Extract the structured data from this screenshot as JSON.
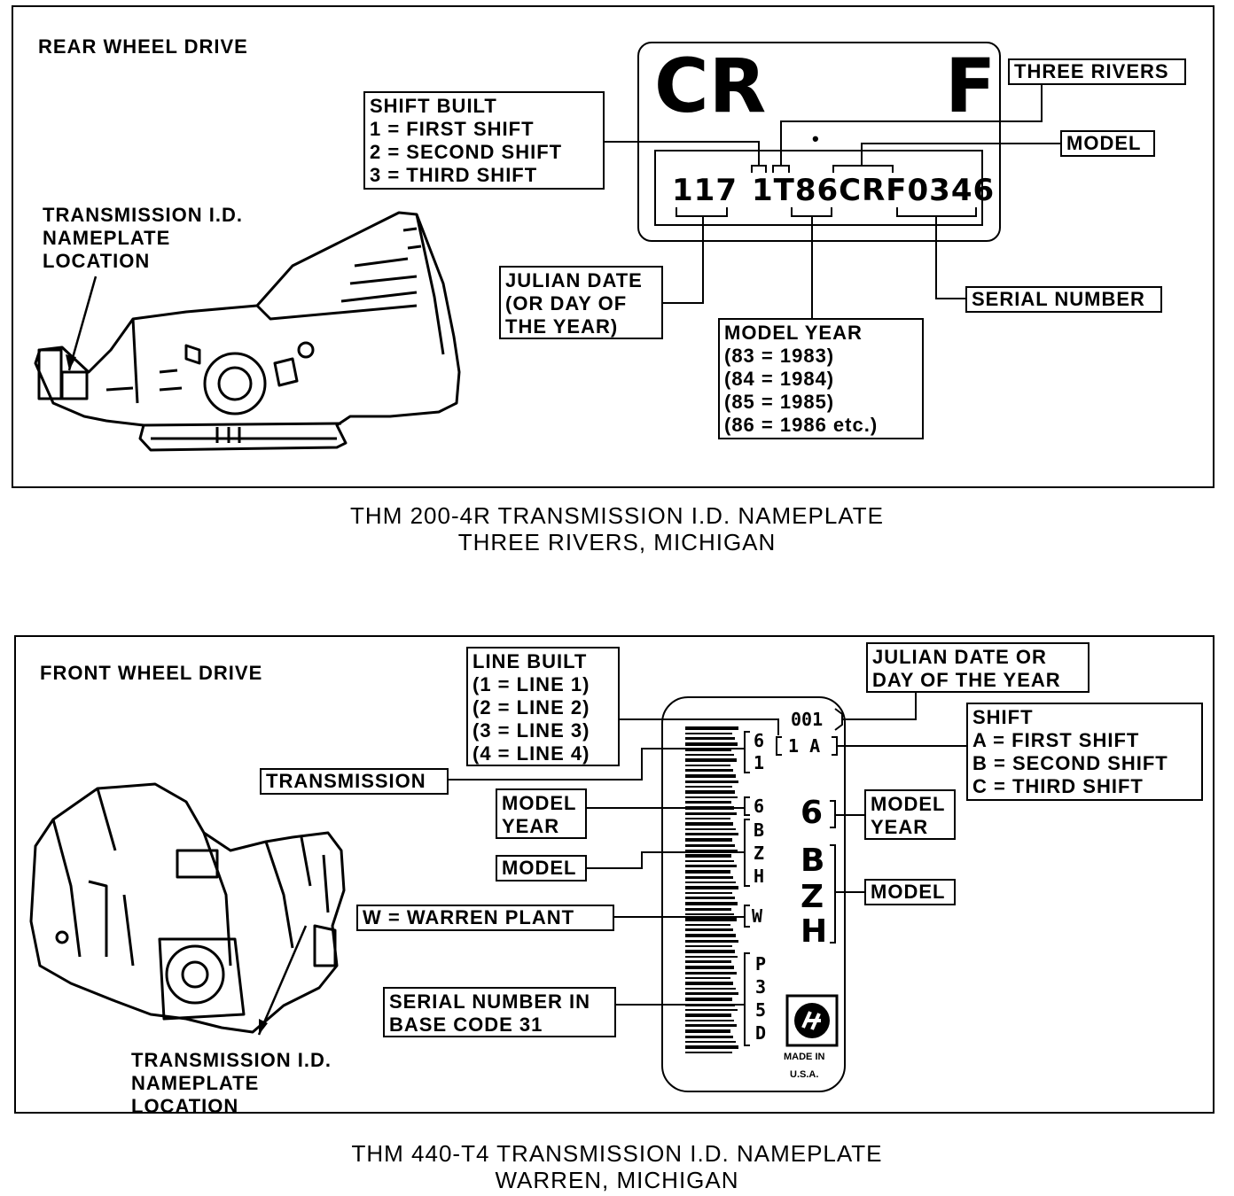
{
  "top": {
    "heading": "REAR WHEEL DRIVE",
    "location_label": [
      "TRANSMISSION I.D.",
      "NAMEPLATE",
      "LOCATION"
    ],
    "plate": {
      "prefix": "CR",
      "suffix": "F",
      "dot": "•",
      "julian": "117",
      "code": "1T86CRF0346"
    },
    "shift_built": [
      "SHIFT BUILT",
      "1  =  FIRST SHIFT",
      "2  =  SECOND SHIFT",
      "3  =  THIRD SHIFT"
    ],
    "three_rivers": "THREE RIVERS",
    "model": "MODEL",
    "julian_date": [
      "JULIAN DATE",
      "(OR DAY OF",
      "THE YEAR)"
    ],
    "serial_number": "SERIAL NUMBER",
    "model_year": [
      "MODEL YEAR",
      "(83  =  1983)",
      "(84  =  1984)",
      "(85  =  1985)",
      "(86  =  1986 etc.)"
    ],
    "caption": [
      "THM 200-4R TRANSMISSION I.D. NAMEPLATE",
      "THREE RIVERS, MICHIGAN"
    ]
  },
  "bottom": {
    "heading": "FRONT WHEEL DRIVE",
    "location_label": [
      "TRANSMISSION I.D.",
      "NAMEPLATE",
      "LOCATION"
    ],
    "line_built": [
      "LINE BUILT",
      "(1  =  LINE 1)",
      "(2  =  LINE 2)",
      "(3  =  LINE 3)",
      "(4  =  LINE 4)"
    ],
    "julian_date": [
      "JULIAN DATE OR",
      "DAY OF THE YEAR"
    ],
    "shift": [
      "SHIFT",
      "A  =  FIRST SHIFT",
      "B  =  SECOND SHIFT",
      "C  =  THIRD SHIFT"
    ],
    "transmission": "TRANSMISSION",
    "model_year_left": [
      "MODEL",
      "YEAR"
    ],
    "model_year_right": [
      "MODEL",
      "YEAR"
    ],
    "model_left": "MODEL",
    "model_right": "MODEL",
    "warren_plant": "W  =  WARREN PLANT",
    "serial_base": [
      "SERIAL NUMBER IN",
      "BASE CODE 31"
    ],
    "label": {
      "julian": "001",
      "shift_code": "1  A",
      "trans_code": [
        "6",
        "1"
      ],
      "year_code": "6",
      "model_code": [
        "B",
        "Z",
        "H"
      ],
      "plant_code": "W",
      "serial_code": [
        "P",
        "3",
        "5",
        "D"
      ],
      "year_big": "6",
      "model_big": [
        "B",
        "Z",
        "H"
      ],
      "made_in": [
        "MADE IN",
        "U.S.A."
      ]
    },
    "caption": [
      "THM 440-T4 TRANSMISSION I.D. NAMEPLATE",
      "WARREN, MICHIGAN"
    ]
  }
}
